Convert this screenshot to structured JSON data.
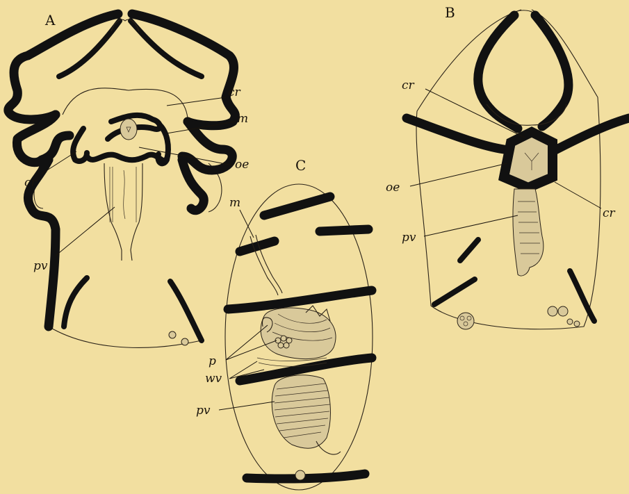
{
  "panels": [
    {
      "id": "A",
      "label": "A"
    },
    {
      "id": "B",
      "label": "B"
    },
    {
      "id": "C",
      "label": "C"
    }
  ],
  "labels": {
    "A": {
      "cr_top": "cr",
      "m": "m",
      "cr_left": "cr",
      "oe": "oe",
      "pv": "pv"
    },
    "B": {
      "cr_top": "cr",
      "oe": "oe",
      "cr_right": "cr",
      "pv": "pv"
    },
    "C": {
      "m": "m",
      "p": "p",
      "wv": "wv",
      "pv": "pv"
    }
  }
}
